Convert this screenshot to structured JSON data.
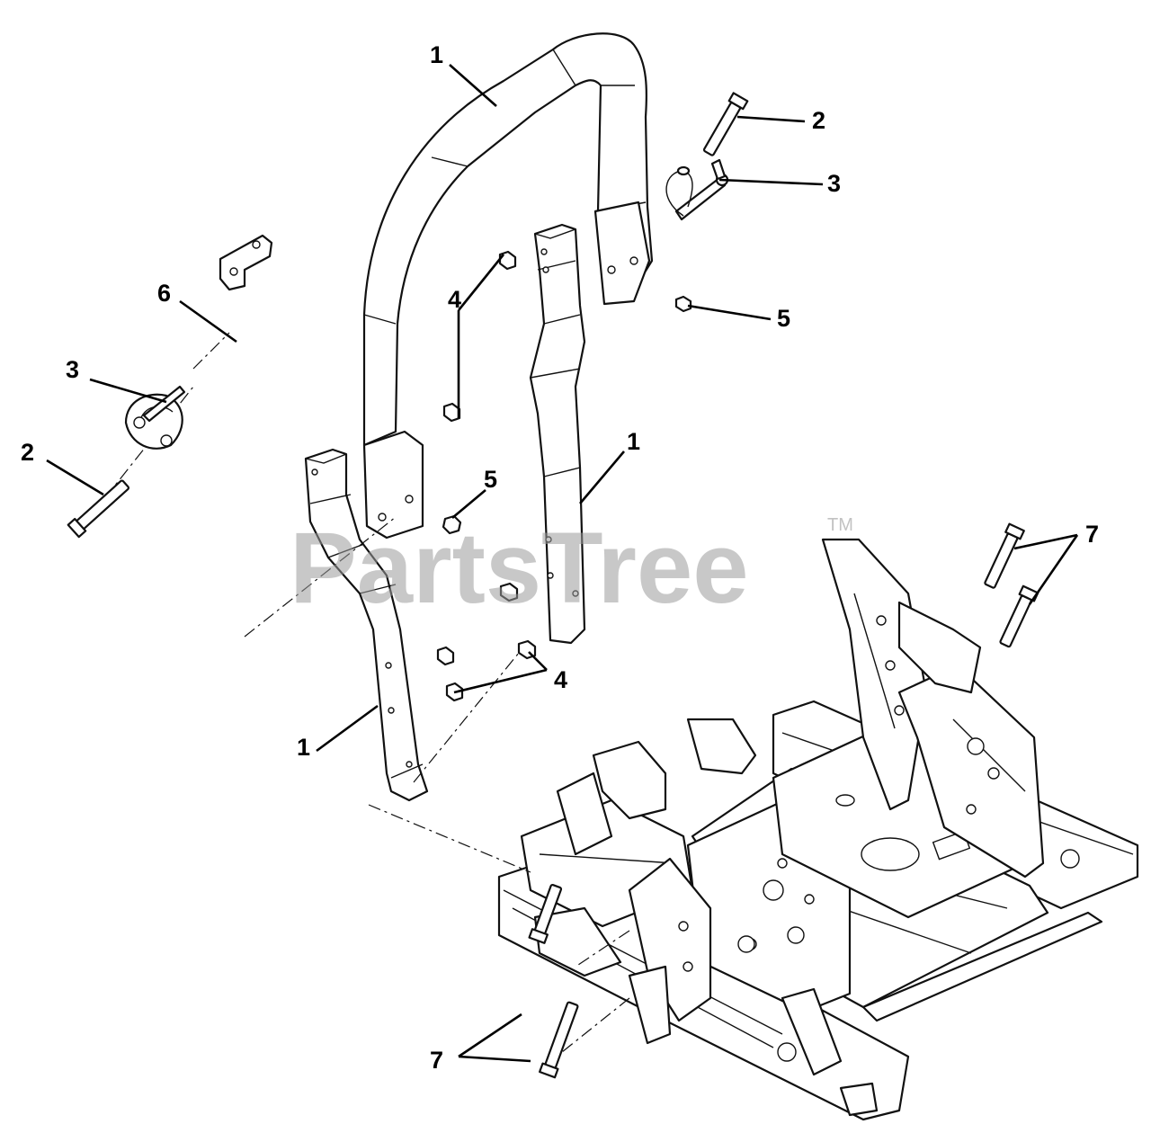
{
  "watermark": {
    "text": "PartsTree",
    "trademark": "TM"
  },
  "callouts": {
    "c1_top": "1",
    "c1_right": "1",
    "c1_left": "1",
    "c2_top": "2",
    "c2_left": "2",
    "c3_top": "3",
    "c3_left": "3",
    "c4_top": "4",
    "c4_bottom": "4",
    "c5_right": "5",
    "c5_mid": "5",
    "c6": "6",
    "c7_right": "7",
    "c7_bottom": "7"
  }
}
